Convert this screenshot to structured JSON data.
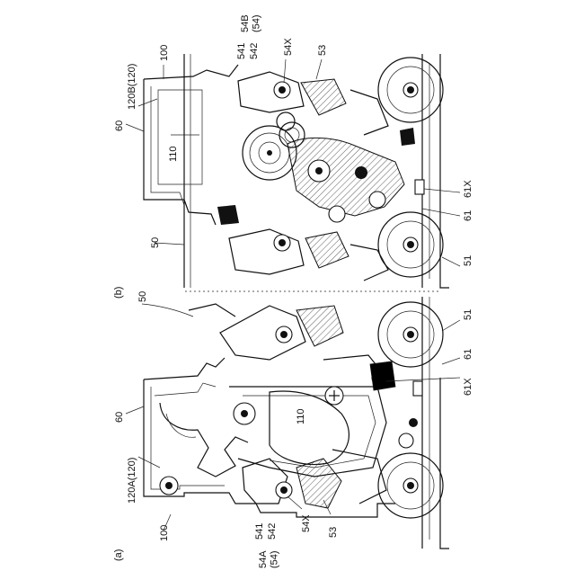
{
  "figure": {
    "panel_a": {
      "panel_label": "(a)",
      "labels": {
        "l100": "100",
        "l120": "120A(120)",
        "l60": "60",
        "l50": "50",
        "l110": "110",
        "l541": "541",
        "l542": "542",
        "l54": "54A\n(54)",
        "l54x": "54X",
        "l53": "53",
        "l51": "51",
        "l61": "61",
        "l61x": "61X"
      }
    },
    "panel_b": {
      "panel_label": "(b)",
      "labels": {
        "l100": "100",
        "l120": "120B(120)",
        "l60": "60",
        "l50": "50",
        "l110": "110",
        "l541": "541",
        "l542": "542",
        "l54": "54B\n(54)",
        "l54x": "54X",
        "l53": "53",
        "l51": "51",
        "l61": "61",
        "l61x": "61X"
      }
    }
  }
}
